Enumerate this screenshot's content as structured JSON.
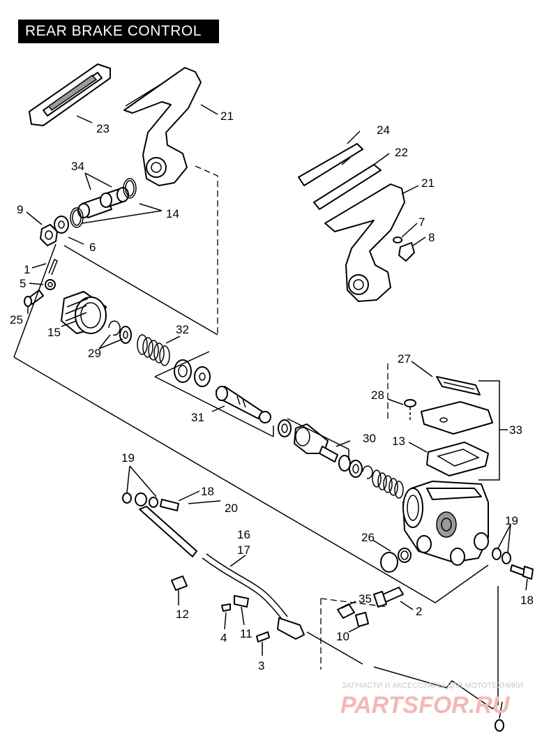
{
  "title": "REAR BRAKE CONTROL",
  "labels": {
    "p1": "1",
    "p2": "2",
    "p3": "3",
    "p4": "4",
    "p5": "5",
    "p6": "6",
    "p7": "7",
    "p8": "8",
    "p9": "9",
    "p10": "10",
    "p11": "11",
    "p12": "12",
    "p13": "13",
    "p14": "14",
    "p15": "15",
    "p16": "16",
    "p17": "17",
    "p18a": "18",
    "p18b": "18",
    "p19a": "19",
    "p19b": "19",
    "p20": "20",
    "p21a": "21",
    "p21b": "21",
    "p22": "22",
    "p23": "23",
    "p24": "24",
    "p25": "25",
    "p26": "26",
    "p27": "27",
    "p28": "28",
    "p29": "29",
    "p30": "30",
    "p31": "31",
    "p32": "32",
    "p33": "33",
    "p34": "34",
    "p35": "35"
  },
  "watermark": {
    "line1": "ЗАПЧАСТИ И АКСЕССУАРЫ ДЛЯ МОТОТЕХНИКИ",
    "line2": "PARTSFOR.RU"
  }
}
